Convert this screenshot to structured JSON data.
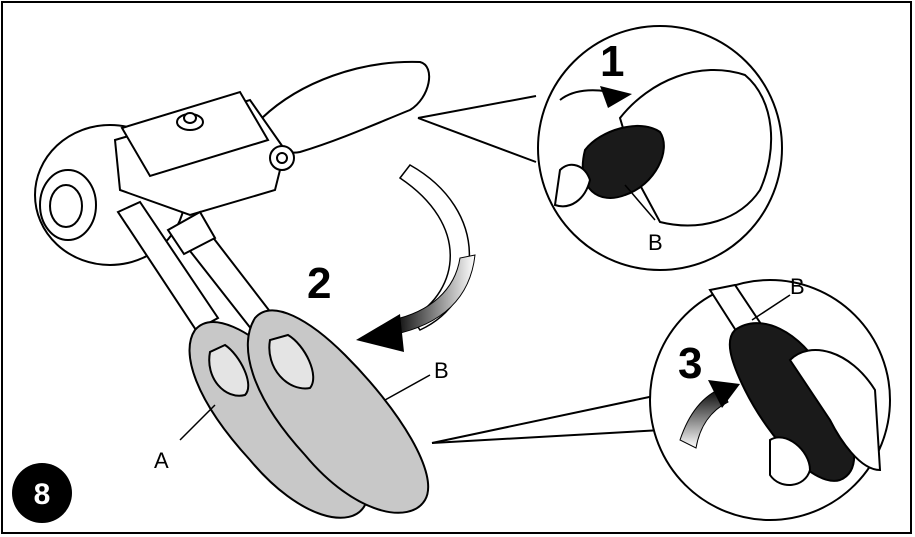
{
  "figure": {
    "number": "8",
    "steps": [
      "1",
      "2",
      "3"
    ],
    "labels": {
      "handle_a": "A",
      "handle_b": "B",
      "detail_top_b": "B",
      "detail_bottom_b": "B"
    }
  },
  "colors": {
    "line": "#000000",
    "grip_gray": "#c8c8c8",
    "grip_dark": "#1a1a1a",
    "badge": "#000000",
    "background": "#ffffff"
  }
}
